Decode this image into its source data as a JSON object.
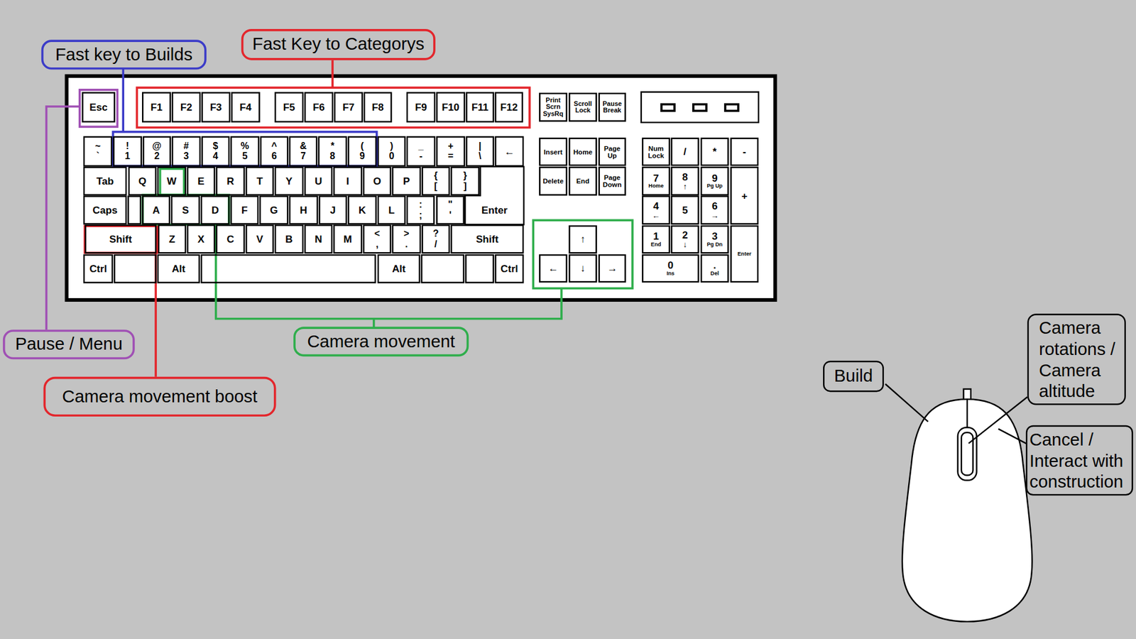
{
  "diagram": {
    "nodes": [
      {
        "text": [
          "Fast key to Builds"
        ]
      },
      {
        "text": [
          "Fast Key to Categorys"
        ]
      },
      {
        "text": [
          "Pause / Menu"
        ]
      },
      {
        "text": [
          "Camera movement"
        ]
      },
      {
        "text": [
          "Camera movement boost"
        ]
      },
      {
        "text": [
          "Build"
        ]
      },
      {
        "text": [
          "Camera rotations / Camera altitude"
        ]
      },
      {
        "text": [
          "Cancel / Interact with construction"
        ]
      }
    ],
    "labels": [
      "Esc",
      "F1",
      "F2",
      "F3",
      "F4",
      "F5",
      "F6",
      "F7",
      "F8",
      "F9",
      "F10",
      "F11",
      "F12",
      "Print Scrn SysRq",
      "Scroll Lock",
      "Pause Break",
      "~",
      "`",
      "!",
      "1",
      "@",
      "2",
      "#",
      "3",
      "$",
      "4",
      "%",
      "5",
      "^",
      "6",
      "&",
      "7",
      "*",
      "8",
      "(",
      "9",
      ")",
      "0",
      "_",
      "-",
      "+",
      "=",
      "|",
      "\\",
      "←",
      "Insert",
      "Home",
      "Page Up",
      "Num Lock",
      "/",
      "*",
      "-",
      "Tab",
      "Q",
      "W",
      "E",
      "R",
      "T",
      "Y",
      "U",
      "I",
      "O",
      "P",
      "{",
      "[",
      "}",
      "]",
      "Delete",
      "End",
      "Page Down",
      "7",
      "Home",
      "8",
      "↑",
      "9",
      "Pg Up",
      "+",
      "Caps",
      "A",
      "S",
      "D",
      "F",
      "G",
      "H",
      "J",
      "K",
      "L",
      ":",
      ";",
      "\"",
      "'",
      "Enter",
      "4",
      "←",
      "5",
      "6",
      "→",
      "Shift",
      "Z",
      "X",
      "C",
      "V",
      "B",
      "N",
      "M",
      "<",
      ",",
      ">",
      ".",
      "?",
      "/",
      "Shift",
      "↑",
      "1",
      "End",
      "2",
      "↓",
      "3",
      "Pg Dn",
      "Enter",
      "Ctrl",
      "Alt",
      "Alt",
      "Ctrl",
      "←",
      "↓",
      "→",
      "0",
      "Ins",
      ".",
      "Del"
    ]
  }
}
